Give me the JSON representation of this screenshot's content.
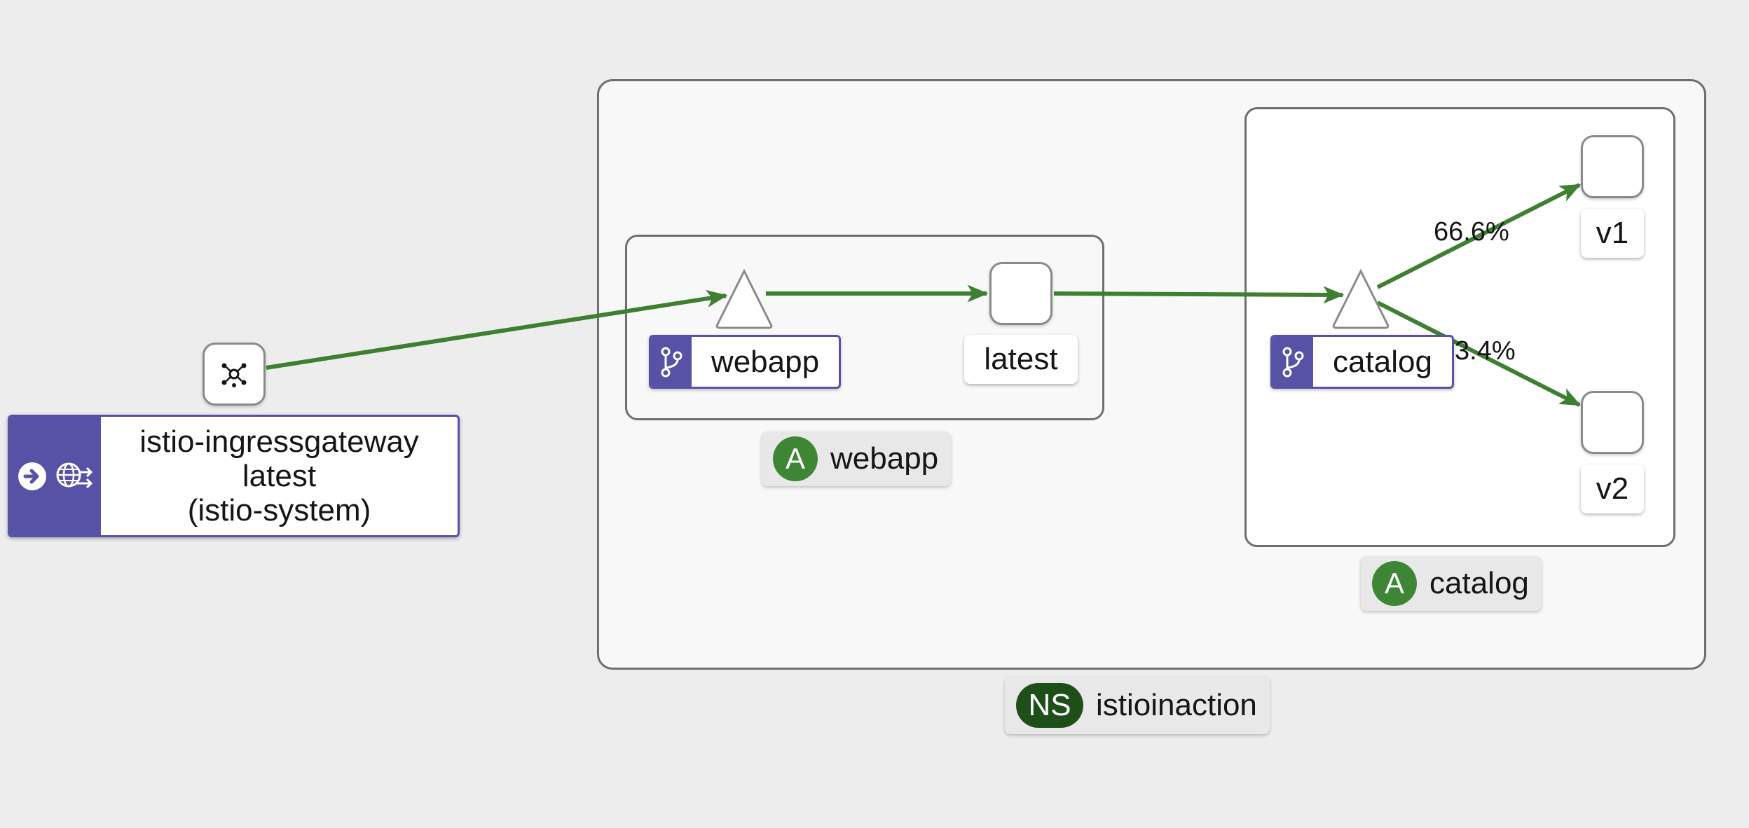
{
  "colors": {
    "edge": "#3e7f31",
    "service_purple": "#5752a6",
    "app_badge": "#3e8635",
    "ns_badge": "#1e4f18",
    "background": "#ededed"
  },
  "namespace": {
    "badge": "NS",
    "name": "istioinaction"
  },
  "gateway": {
    "icons": [
      "arrow-right-circle-icon",
      "globe-routing-icon"
    ],
    "line1": "istio-ingressgateway",
    "line2": "latest",
    "line3": "(istio-system)"
  },
  "webapp_group": {
    "app_badge": "A",
    "app_name": "webapp",
    "service_label": "webapp",
    "workload_label": "latest"
  },
  "catalog_group": {
    "app_badge": "A",
    "app_name": "catalog",
    "service_label": "catalog",
    "v1_label": "v1",
    "v2_label": "v2",
    "edge_v1_pct": "66.6%",
    "edge_v2_pct": "3.4%"
  }
}
